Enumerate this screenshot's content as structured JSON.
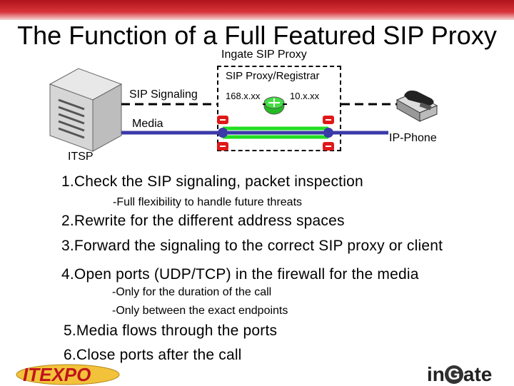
{
  "slide": {
    "title": "The Function of a Full Featured SIP Proxy",
    "proxy_label": "Ingate SIP Proxy",
    "registrar_label": "SIP Proxy/Registrar",
    "signaling_label": "SIP Signaling",
    "ip_left": "168.x.xx",
    "ip_right": "10.x.xx",
    "media_label": "Media",
    "phone_label": "IP-Phone",
    "itsp_label": "ITSP",
    "items": [
      {
        "text": "1.Check the SIP signaling, packet inspection"
      },
      {
        "text": "-Full flexibility to handle future threats"
      },
      {
        "text": "2.Rewrite for the different address spaces"
      },
      {
        "text": "3.Forward the signaling to the correct SIP proxy or client"
      },
      {
        "text": "4.Open ports (UDP/TCP) in the firewall for the media"
      },
      {
        "text": "-Only for the duration of the call"
      },
      {
        "text": "-Only between the exact endpoints"
      },
      {
        "text": "5.Media flows through the ports"
      },
      {
        "text": "6.Close ports after the call"
      }
    ],
    "logo_itexpo": "ITEXPO",
    "logo_ingate_pre": "in",
    "logo_ingate_g": "G",
    "logo_ingate_post": "ate",
    "colors": {
      "accent": "#c0141c",
      "media_blue": "#3a3aa8",
      "media_green": "#22dd22",
      "port_red": "#e01818"
    }
  }
}
